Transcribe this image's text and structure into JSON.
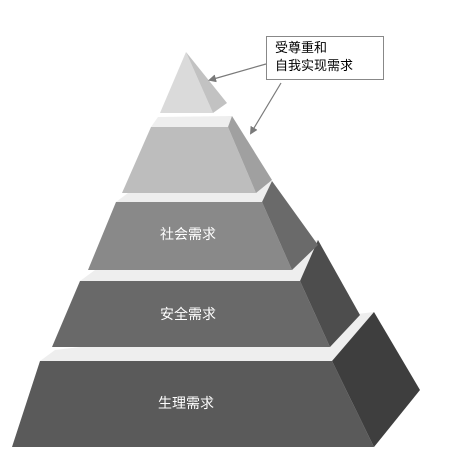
{
  "diagram": {
    "type": "pyramid",
    "tiers": [
      {
        "key": "physiological",
        "label": "生理需求"
      },
      {
        "key": "safety",
        "label": "安全需求"
      },
      {
        "key": "social",
        "label": "社会需求"
      },
      {
        "key": "esteem",
        "label": ""
      },
      {
        "key": "self_actualization",
        "label": ""
      }
    ],
    "callout": {
      "line1": "受尊重和",
      "line2": "自我实现需求"
    },
    "colors": {
      "tier1_front": "#5a5a5a",
      "tier1_side": "#3e3e3e",
      "tier2_front": "#696969",
      "tier2_side": "#4d4d4d",
      "tier3_front": "#898989",
      "tier3_side": "#6a6a6a",
      "tier4_front": "#bdbdbd",
      "tier4_side": "#a0a0a0",
      "tier5_front": "#dadada",
      "tier5_side": "#c2c2c2",
      "top_face": "#eeeeee",
      "arrow": "#7a7a7a"
    }
  }
}
